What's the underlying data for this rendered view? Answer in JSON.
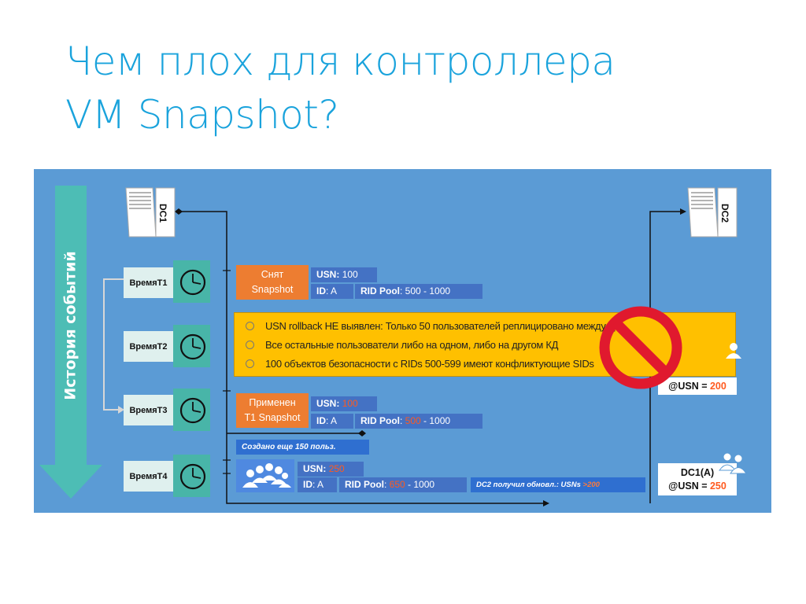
{
  "title": {
    "line1": "Чем плох для контроллера",
    "line2": "VM Snapshot?"
  },
  "history_label": "История событий",
  "dc1_label": "DC1",
  "dc2_label": "DC2",
  "times": [
    "ВремяT1",
    "ВремяT2",
    "ВремяT3",
    "ВремяT4"
  ],
  "snapshot_taken": {
    "line1": "Снят",
    "line2": "Snapshot"
  },
  "snapshot_applied": {
    "line1": "Применен",
    "line2": "T1 Snapshot"
  },
  "row1": {
    "usn_key": "USN:",
    "usn_val": "100",
    "id_key": "ID",
    "id_val": ": A",
    "rid_key": "RID Pool",
    "rid_sep": ": ",
    "rid_start": "500",
    "rid_end": " - 1000"
  },
  "row3": {
    "usn_key": "USN:",
    "usn_val": "100",
    "id_key": "ID",
    "id_val": ": A",
    "rid_key": "RID Pool",
    "rid_sep": ": ",
    "rid_start": "500",
    "rid_end": " - 1000"
  },
  "row4": {
    "usn_key": "USN:",
    "usn_val": "250",
    "id_key": "ID",
    "id_val": ": A",
    "rid_key": "RID Pool",
    "rid_sep": ": ",
    "rid_start": "650",
    "rid_end": " - 1000"
  },
  "created_note": "Создано еще 150 польз.",
  "dc2_note": {
    "text": "DC2 получил обновл.: USNs ",
    "value": ">200"
  },
  "warnings": [
    "USN rollback НЕ выявлен: Только 50 пользователей реплицировано между КД",
    "Все остальные пользователи либо на одном, либо на другом КД",
    "100 объектов безопасности с RIDs 500-599 имеют конфликтующие SIDs"
  ],
  "dc2_usn_box": {
    "label": "@USN = ",
    "value": "200"
  },
  "dc1a_box": {
    "title": "DC1(A)",
    "label": "@USN = ",
    "value": "250"
  },
  "colors": {
    "title": "#1aa3dc",
    "panel": "#5b9bd5",
    "teal": "#48b5a8",
    "orange": "#ed7d31",
    "warning": "#ffc000",
    "no_sign": "#e0192e"
  }
}
